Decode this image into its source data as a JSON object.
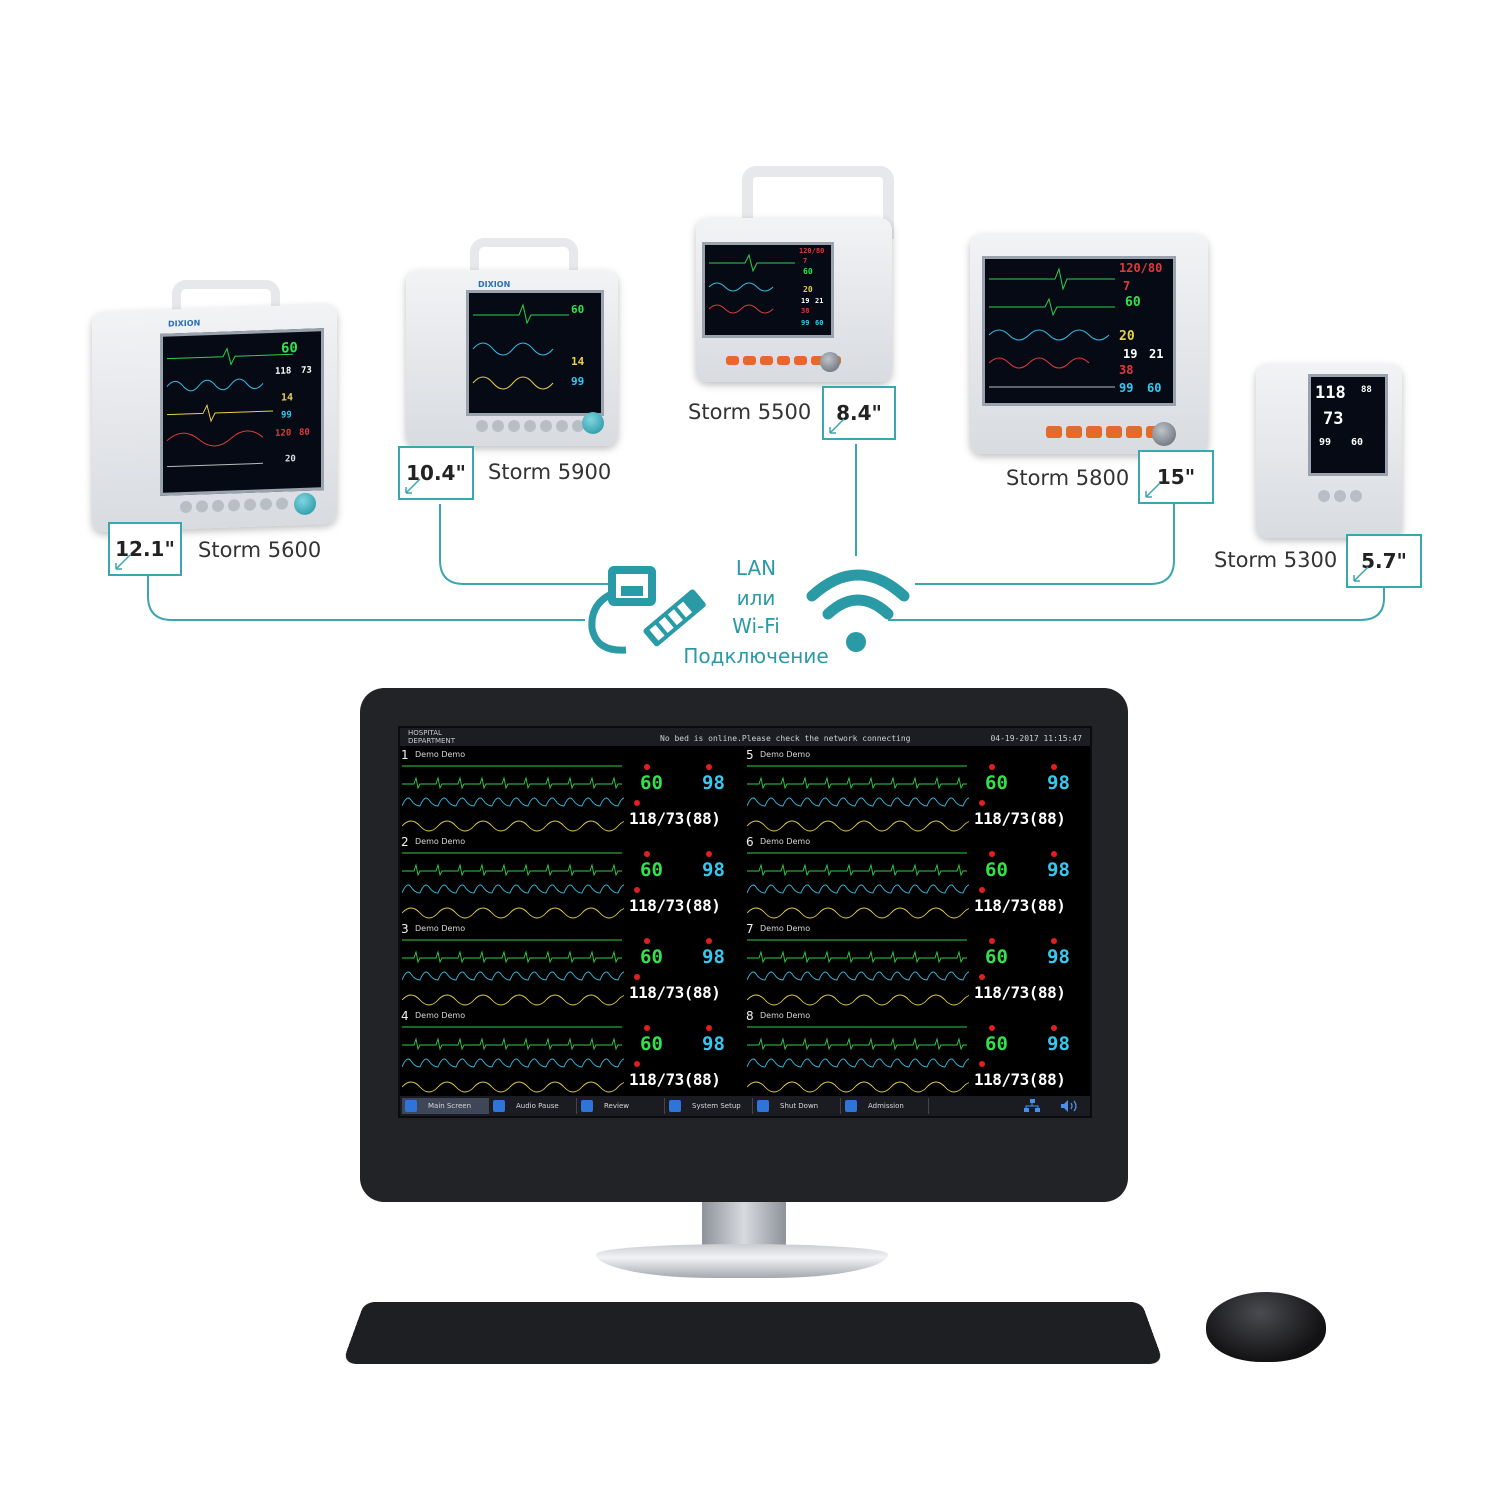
{
  "devices": [
    {
      "id": "storm-5600",
      "name": "Storm 5600",
      "size": "12.1\""
    },
    {
      "id": "storm-5900",
      "name": "Storm 5900",
      "size": "10.4\""
    },
    {
      "id": "storm-5500",
      "name": "Storm 5500",
      "size": "8.4\""
    },
    {
      "id": "storm-5800",
      "name": "Storm 5800",
      "size": "15\""
    },
    {
      "id": "storm-5300",
      "name": "Storm 5300",
      "size": "5.7\""
    }
  ],
  "device_screens": {
    "brand": "DIXION",
    "s5600": {
      "v1": "60",
      "v2": "118",
      "v3": "73",
      "v4": "14",
      "v5": "99",
      "v6": "120",
      "v7": "80",
      "v8": "20"
    },
    "s5900": {
      "v1": "60",
      "v2": "14",
      "v3": "99"
    },
    "s5500": {
      "v1": "120/80",
      "v2": "7",
      "v3": "60",
      "v4": "20",
      "v5": "19",
      "v6": "21",
      "v7": "38",
      "v8": "99",
      "v9": "60"
    },
    "s5800": {
      "v1": "120/80",
      "v2": "7",
      "v3": "60",
      "v4": "20",
      "v5": "19",
      "v6": "21",
      "v7": "38",
      "v8": "99",
      "v9": "60"
    },
    "s5300": {
      "v1": "118",
      "v2": "88",
      "v3": "73",
      "v4": "99",
      "v5": "60"
    }
  },
  "network": {
    "line1": "LAN",
    "line2": "или",
    "line3": "Wi-Fi",
    "line4": "Подключение",
    "color": "#2a9aa6",
    "icons": [
      "ethernet-icon",
      "wifi-icon"
    ]
  },
  "cms": {
    "header": {
      "hospital": "HOSPITAL",
      "department": "DEPARTMENT",
      "message": "No bed is online.Please check the network connecting",
      "datetime": "04-19-2017 11:15:47"
    },
    "beds": [
      {
        "num": "1",
        "name": "Demo Demo",
        "hr": "60",
        "spo2": "98",
        "nibp": "118/73(88)"
      },
      {
        "num": "2",
        "name": "Demo Demo",
        "hr": "60",
        "spo2": "98",
        "nibp": "118/73(88)"
      },
      {
        "num": "3",
        "name": "Demo Demo",
        "hr": "60",
        "spo2": "98",
        "nibp": "118/73(88)"
      },
      {
        "num": "4",
        "name": "Demo Demo",
        "hr": "60",
        "spo2": "98",
        "nibp": "118/73(88)"
      },
      {
        "num": "5",
        "name": "Demo Demo",
        "hr": "60",
        "spo2": "98",
        "nibp": "118/73(88)"
      },
      {
        "num": "6",
        "name": "Demo Demo",
        "hr": "60",
        "spo2": "98",
        "nibp": "118/73(88)"
      },
      {
        "num": "7",
        "name": "Demo Demo",
        "hr": "60",
        "spo2": "98",
        "nibp": "118/73(88)"
      },
      {
        "num": "8",
        "name": "Demo Demo",
        "hr": "60",
        "spo2": "98",
        "nibp": "118/73(88)"
      }
    ],
    "colors": {
      "hr": "#33e24a",
      "spo2": "#36c9f0",
      "nibp": "#ffffff",
      "ecg": "#2fd048",
      "pleth": "#35bde6",
      "resp": "#e8d04a"
    },
    "toolbar": [
      {
        "label": "Main Screen",
        "icon": "monitor-icon"
      },
      {
        "label": "Audio Pause",
        "icon": "bell-icon"
      },
      {
        "label": "Review",
        "icon": "review-icon"
      },
      {
        "label": "System Setup",
        "icon": "tools-icon"
      },
      {
        "label": "Shut Down",
        "icon": "power-icon"
      },
      {
        "label": "Admission",
        "icon": "person-icon"
      }
    ],
    "toolbar_right_icons": [
      "network-icon",
      "speaker-icon"
    ]
  }
}
